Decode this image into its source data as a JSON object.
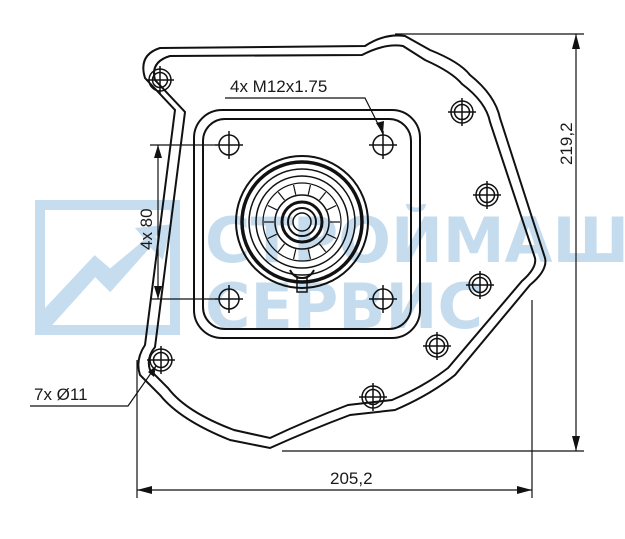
{
  "drawing": {
    "thread_callout": "4x M12x1.75",
    "hole_callout": "7x Ø11",
    "bolt_spacing": "4x 80",
    "overall_width": "205,2",
    "overall_height": "219,2"
  },
  "watermark": {
    "line1": "СТРОЙМАШ",
    "line2": "СЕРВИС",
    "color": "#bcd7ec"
  }
}
